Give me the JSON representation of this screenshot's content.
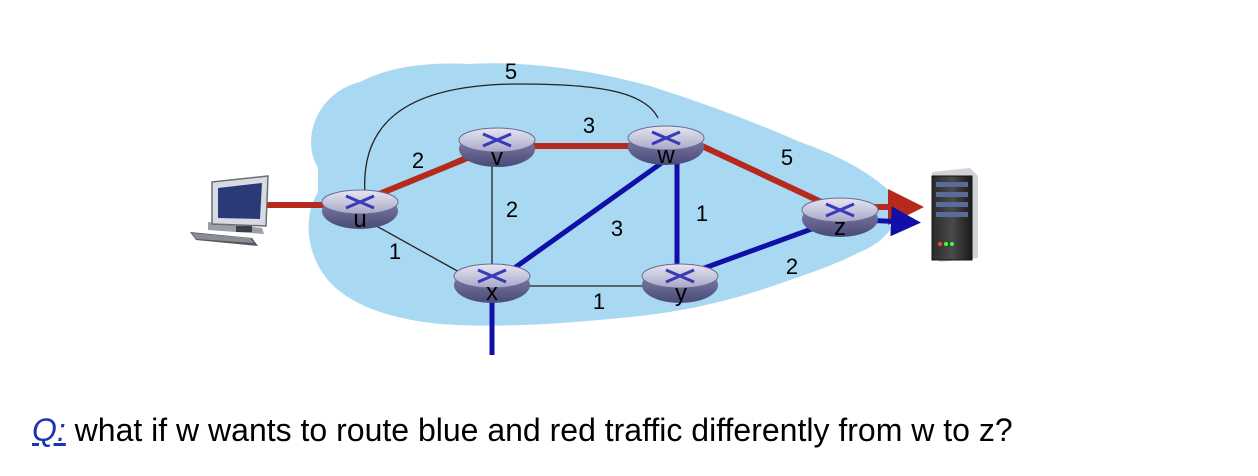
{
  "routers": {
    "u": "u",
    "v": "v",
    "w": "w",
    "x": "x",
    "y": "y",
    "z": "z"
  },
  "links": [
    {
      "from": "u",
      "to": "w",
      "weight": "5"
    },
    {
      "from": "u",
      "to": "v",
      "weight": "2"
    },
    {
      "from": "v",
      "to": "w",
      "weight": "3"
    },
    {
      "from": "w",
      "to": "z",
      "weight": "5"
    },
    {
      "from": "v",
      "to": "x",
      "weight": "2"
    },
    {
      "from": "x",
      "to": "w",
      "weight": "3"
    },
    {
      "from": "w",
      "to": "y",
      "weight": "1"
    },
    {
      "from": "u",
      "to": "x",
      "weight": "1"
    },
    {
      "from": "x",
      "to": "y",
      "weight": "1"
    },
    {
      "from": "y",
      "to": "z",
      "weight": "2"
    }
  ],
  "colors": {
    "cloud": "#a9d9f2",
    "red_path": "#b52a1c",
    "blue_path": "#1010a8",
    "question_prefix": "#1a35b4"
  },
  "question": {
    "prefix": "Q:",
    "text": " what if w wants to route blue and red traffic differently from w to z?"
  }
}
